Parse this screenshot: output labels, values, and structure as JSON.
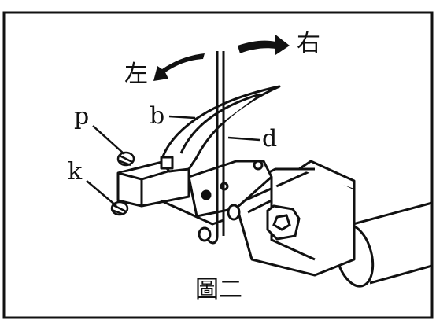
{
  "labels": {
    "left": "左",
    "right": "右",
    "p": "p",
    "k": "k",
    "b": "b",
    "d": "d"
  },
  "caption": "圖二",
  "colors": {
    "ink": "#111111",
    "paper": "#ffffff"
  }
}
